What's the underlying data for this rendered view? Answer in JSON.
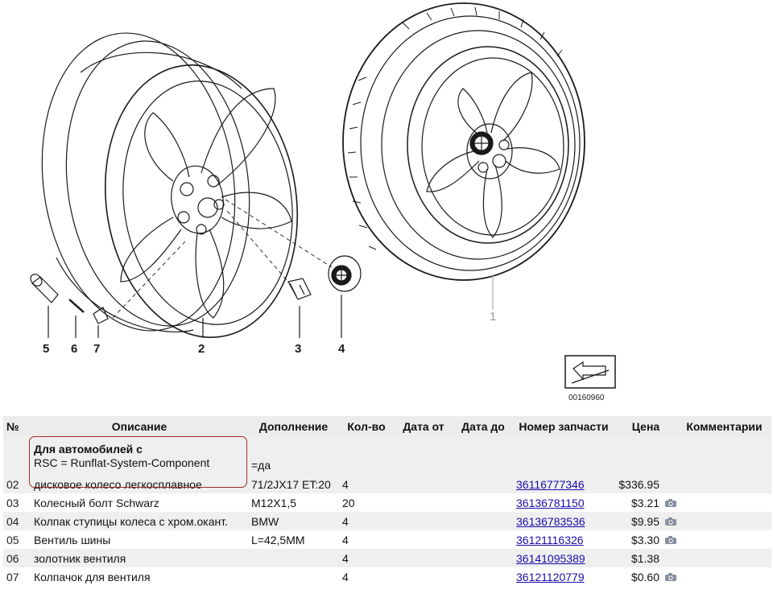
{
  "diagram": {
    "callouts": [
      "5",
      "6",
      "7",
      "2",
      "3",
      "4",
      "1"
    ],
    "drawing_number": "00160960"
  },
  "table": {
    "headers": {
      "no": "№",
      "desc": "Описание",
      "extra": "Дополнение",
      "qty": "Кол-во",
      "date_from": "Дата от",
      "date_to": "Дата до",
      "part": "Номер запчасти",
      "price": "Цена",
      "comment": "Комментарии"
    },
    "group": {
      "title": "Для автомобилей с",
      "line": "RSC = Runflat-System-Component",
      "extra": "=да"
    },
    "rows": [
      {
        "no": "02",
        "desc": "дисковое колесо легкосплавное",
        "extra": "71/2JX17 ET:20",
        "qty": "4",
        "part": "36116777346",
        "price": "$336.95",
        "icon": false
      },
      {
        "no": "03",
        "desc": "Колесный болт Schwarz",
        "extra": "M12X1,5",
        "qty": "20",
        "part": "36136781150",
        "price": "$3.21",
        "icon": true
      },
      {
        "no": "04",
        "desc": "Колпак ступицы колеса с хром.окант.",
        "extra": "BMW",
        "qty": "4",
        "part": "36136783536",
        "price": "$9.95",
        "icon": true
      },
      {
        "no": "05",
        "desc": "Вентиль шины",
        "extra": "L=42,5MM",
        "qty": "4",
        "part": "36121116326",
        "price": "$3.30",
        "icon": true
      },
      {
        "no": "06",
        "desc": "золотник вентиля",
        "extra": "",
        "qty": "4",
        "part": "36141095389",
        "price": "$1.38",
        "icon": false
      },
      {
        "no": "07",
        "desc": "Колпачок для вентиля",
        "extra": "",
        "qty": "4",
        "part": "36121120779",
        "price": "$0.60",
        "icon": true
      }
    ]
  }
}
